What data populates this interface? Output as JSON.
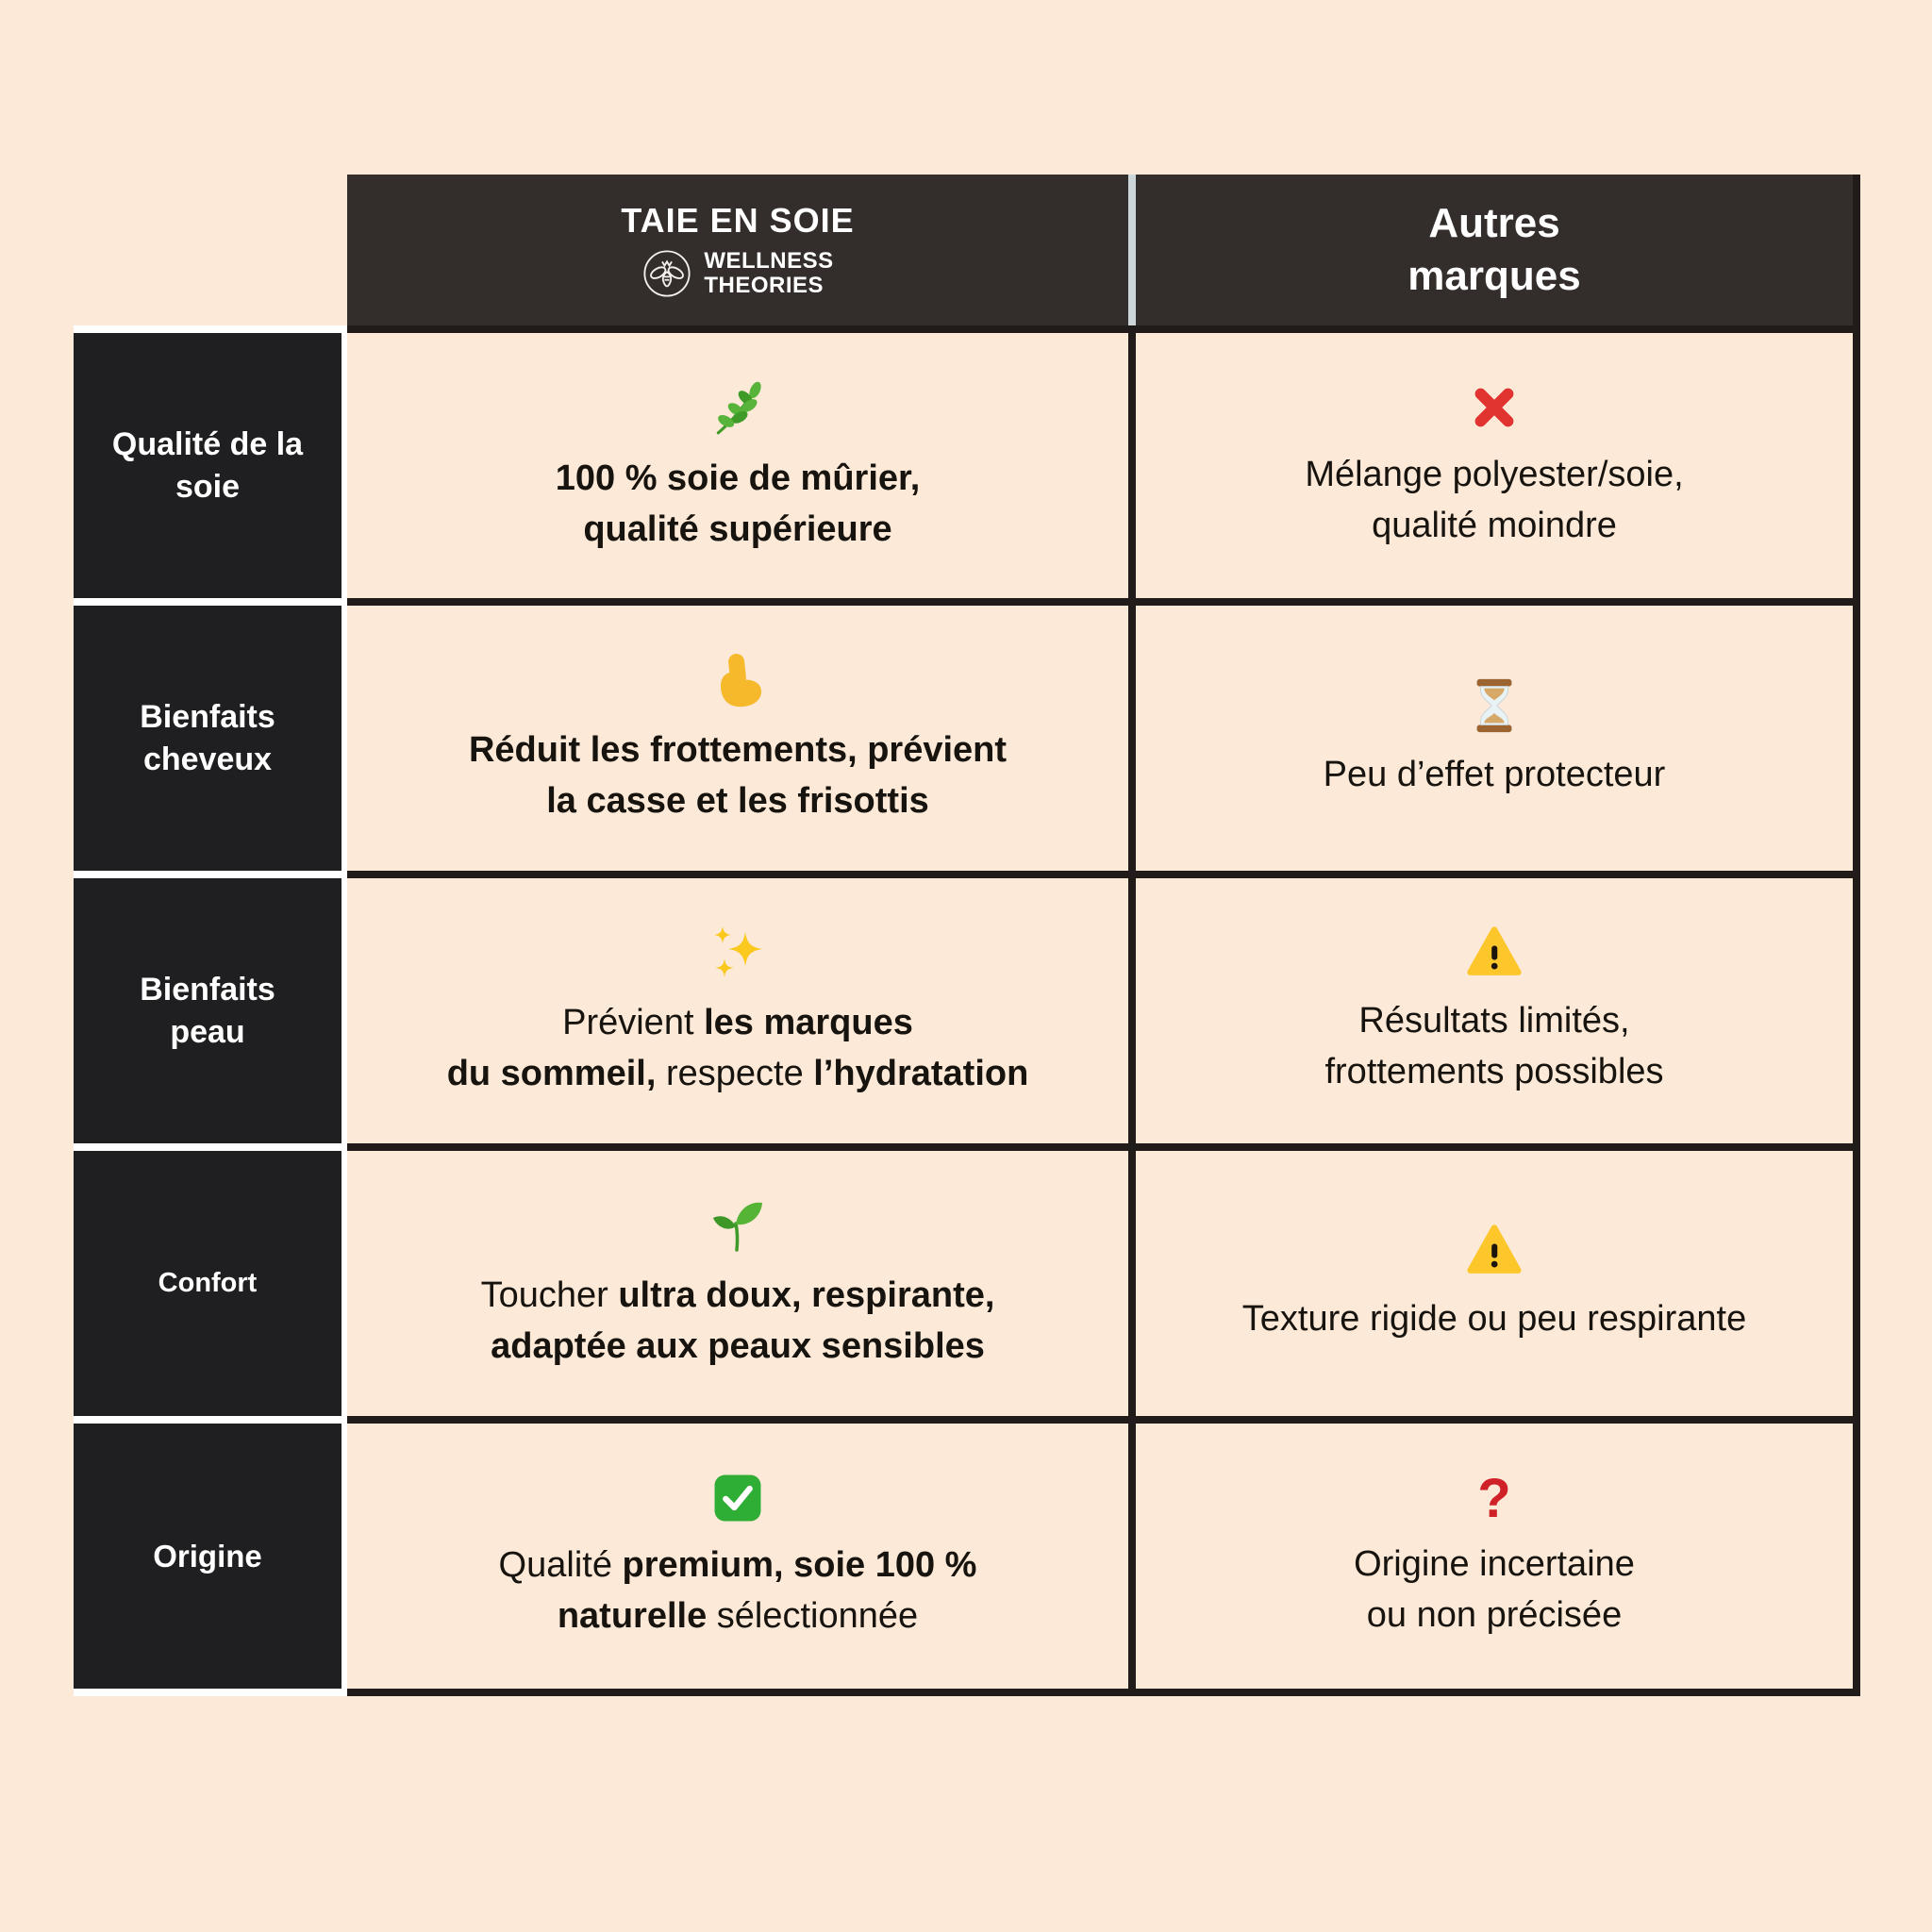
{
  "colors": {
    "background": "#fce9d7",
    "header_bg": "#332e2b",
    "label_bg": "#1f1e20",
    "border_dark": "#211c19",
    "header_divider": "#ccd6da",
    "white_gap": "#ffffff",
    "text": "#17130e",
    "red_accent": "#e13430",
    "green_accent": "#2fae35",
    "yellow_accent": "#fdc62a"
  },
  "table": {
    "header": {
      "col1": {
        "title": "TAIE EN SOIE",
        "logo": {
          "icon": "bee-logo-icon",
          "line1": "WELLNESS",
          "line2": "THEORIES"
        }
      },
      "col2": {
        "line1": "Autres",
        "line2": "marques"
      }
    },
    "rows": [
      {
        "label": "Qualité de la soie",
        "left": {
          "icon": "herb-icon",
          "emoji": "🌿",
          "lines": [
            [
              {
                "t": "100 % soie de mûrier,",
                "b": true
              }
            ],
            [
              {
                "t": "qualité supérieure",
                "b": true
              }
            ]
          ]
        },
        "right": {
          "icon": "cross-mark-icon",
          "emoji": "❌",
          "lines": [
            [
              {
                "t": "Mélange polyester/soie,",
                "b": false
              }
            ],
            [
              {
                "t": "qualité moindre",
                "b": false
              }
            ]
          ]
        }
      },
      {
        "label": "Bienfaits cheveux",
        "left": {
          "icon": "flexed-biceps-icon",
          "emoji": "💪",
          "lines": [
            [
              {
                "t": "Réduit les frottements, prévient",
                "b": true
              }
            ],
            [
              {
                "t": "la casse et les frisottis",
                "b": true
              }
            ]
          ]
        },
        "right": {
          "icon": "hourglass-icon",
          "emoji": "⏳",
          "lines": [
            [
              {
                "t": "Peu d’effet protecteur",
                "b": false
              }
            ]
          ]
        }
      },
      {
        "label": "Bienfaits peau",
        "left": {
          "icon": "sparkles-icon",
          "emoji": "✨",
          "lines": [
            [
              {
                "t": "Prévient ",
                "b": false
              },
              {
                "t": "les marques",
                "b": true
              }
            ],
            [
              {
                "t": "du sommeil,",
                "b": true
              },
              {
                "t": " respecte ",
                "b": false
              },
              {
                "t": "l’hydratation",
                "b": true
              }
            ]
          ]
        },
        "right": {
          "icon": "warning-icon",
          "emoji": "⚠️",
          "lines": [
            [
              {
                "t": "Résultats limités,",
                "b": false
              }
            ],
            [
              {
                "t": "frottements possibles",
                "b": false
              }
            ]
          ]
        }
      },
      {
        "label": "Confort",
        "left": {
          "icon": "seedling-icon",
          "emoji": "🌱",
          "lines": [
            [
              {
                "t": "Toucher ",
                "b": false
              },
              {
                "t": "ultra doux, respirante,",
                "b": true
              }
            ],
            [
              {
                "t": "adaptée aux peaux sensibles",
                "b": true
              }
            ]
          ]
        },
        "right": {
          "icon": "warning-icon",
          "emoji": "⚠️",
          "lines": [
            [
              {
                "t": "Texture rigide ou peu respirante",
                "b": false
              }
            ]
          ]
        }
      },
      {
        "label": "Origine",
        "left": {
          "icon": "check-mark-icon",
          "emoji": "✅",
          "lines": [
            [
              {
                "t": "Qualité ",
                "b": false
              },
              {
                "t": "premium, soie 100 %",
                "b": true
              }
            ],
            [
              {
                "t": "naturelle",
                "b": true
              },
              {
                "t": " sélectionnée",
                "b": false
              }
            ]
          ]
        },
        "right": {
          "icon": "red-question-mark-icon",
          "emoji": "❓",
          "icon_glyph": "?",
          "lines": [
            [
              {
                "t": "Origine incertaine",
                "b": false
              }
            ],
            [
              {
                "t": "ou non précisée",
                "b": false
              }
            ]
          ]
        }
      }
    ]
  }
}
